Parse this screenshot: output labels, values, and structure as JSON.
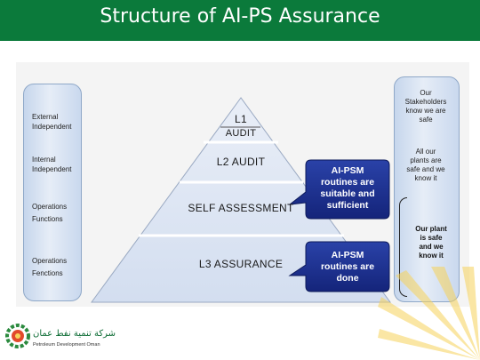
{
  "title": "Structure of AI-PS Assurance",
  "left_panel": {
    "items": [
      {
        "line1": "External",
        "line2": "Independent"
      },
      {
        "line1": "Internal",
        "line2": "Independent"
      },
      {
        "line1": "Operations",
        "line2": "Functions"
      },
      {
        "line1": "Operations",
        "line2": "Fenctions"
      }
    ]
  },
  "pyramid": {
    "l1_top": "L1",
    "l1_bottom": "AUDIT",
    "l2": "L2 AUDIT",
    "self": "SELF ASSESSMENT",
    "l3": "L3 ASSURANCE"
  },
  "bubbles": [
    {
      "lines": [
        "AI-PSM",
        "routines are",
        "suitable and",
        "sufficient"
      ]
    },
    {
      "lines": [
        "AI-PSM",
        "routines are",
        "done"
      ]
    }
  ],
  "right_panel": {
    "stakeholders": [
      "Our",
      "Stakeholders",
      "know we are",
      "safe"
    ],
    "plants": [
      "All our",
      "plants are",
      "safe and we",
      "know it"
    ],
    "our_plant": [
      "Our plant",
      "is safe",
      "and we",
      "know it"
    ]
  },
  "footer": {
    "arabic": "شركة تنمية نفط عمان",
    "company": "Petroleum Development Oman"
  },
  "colors": {
    "title_green": "#0b7a3b",
    "bubble_blue": "#1b2f8f",
    "pyramid_blue": "#dde6f3",
    "sun_yellow": "#f7d35a"
  }
}
